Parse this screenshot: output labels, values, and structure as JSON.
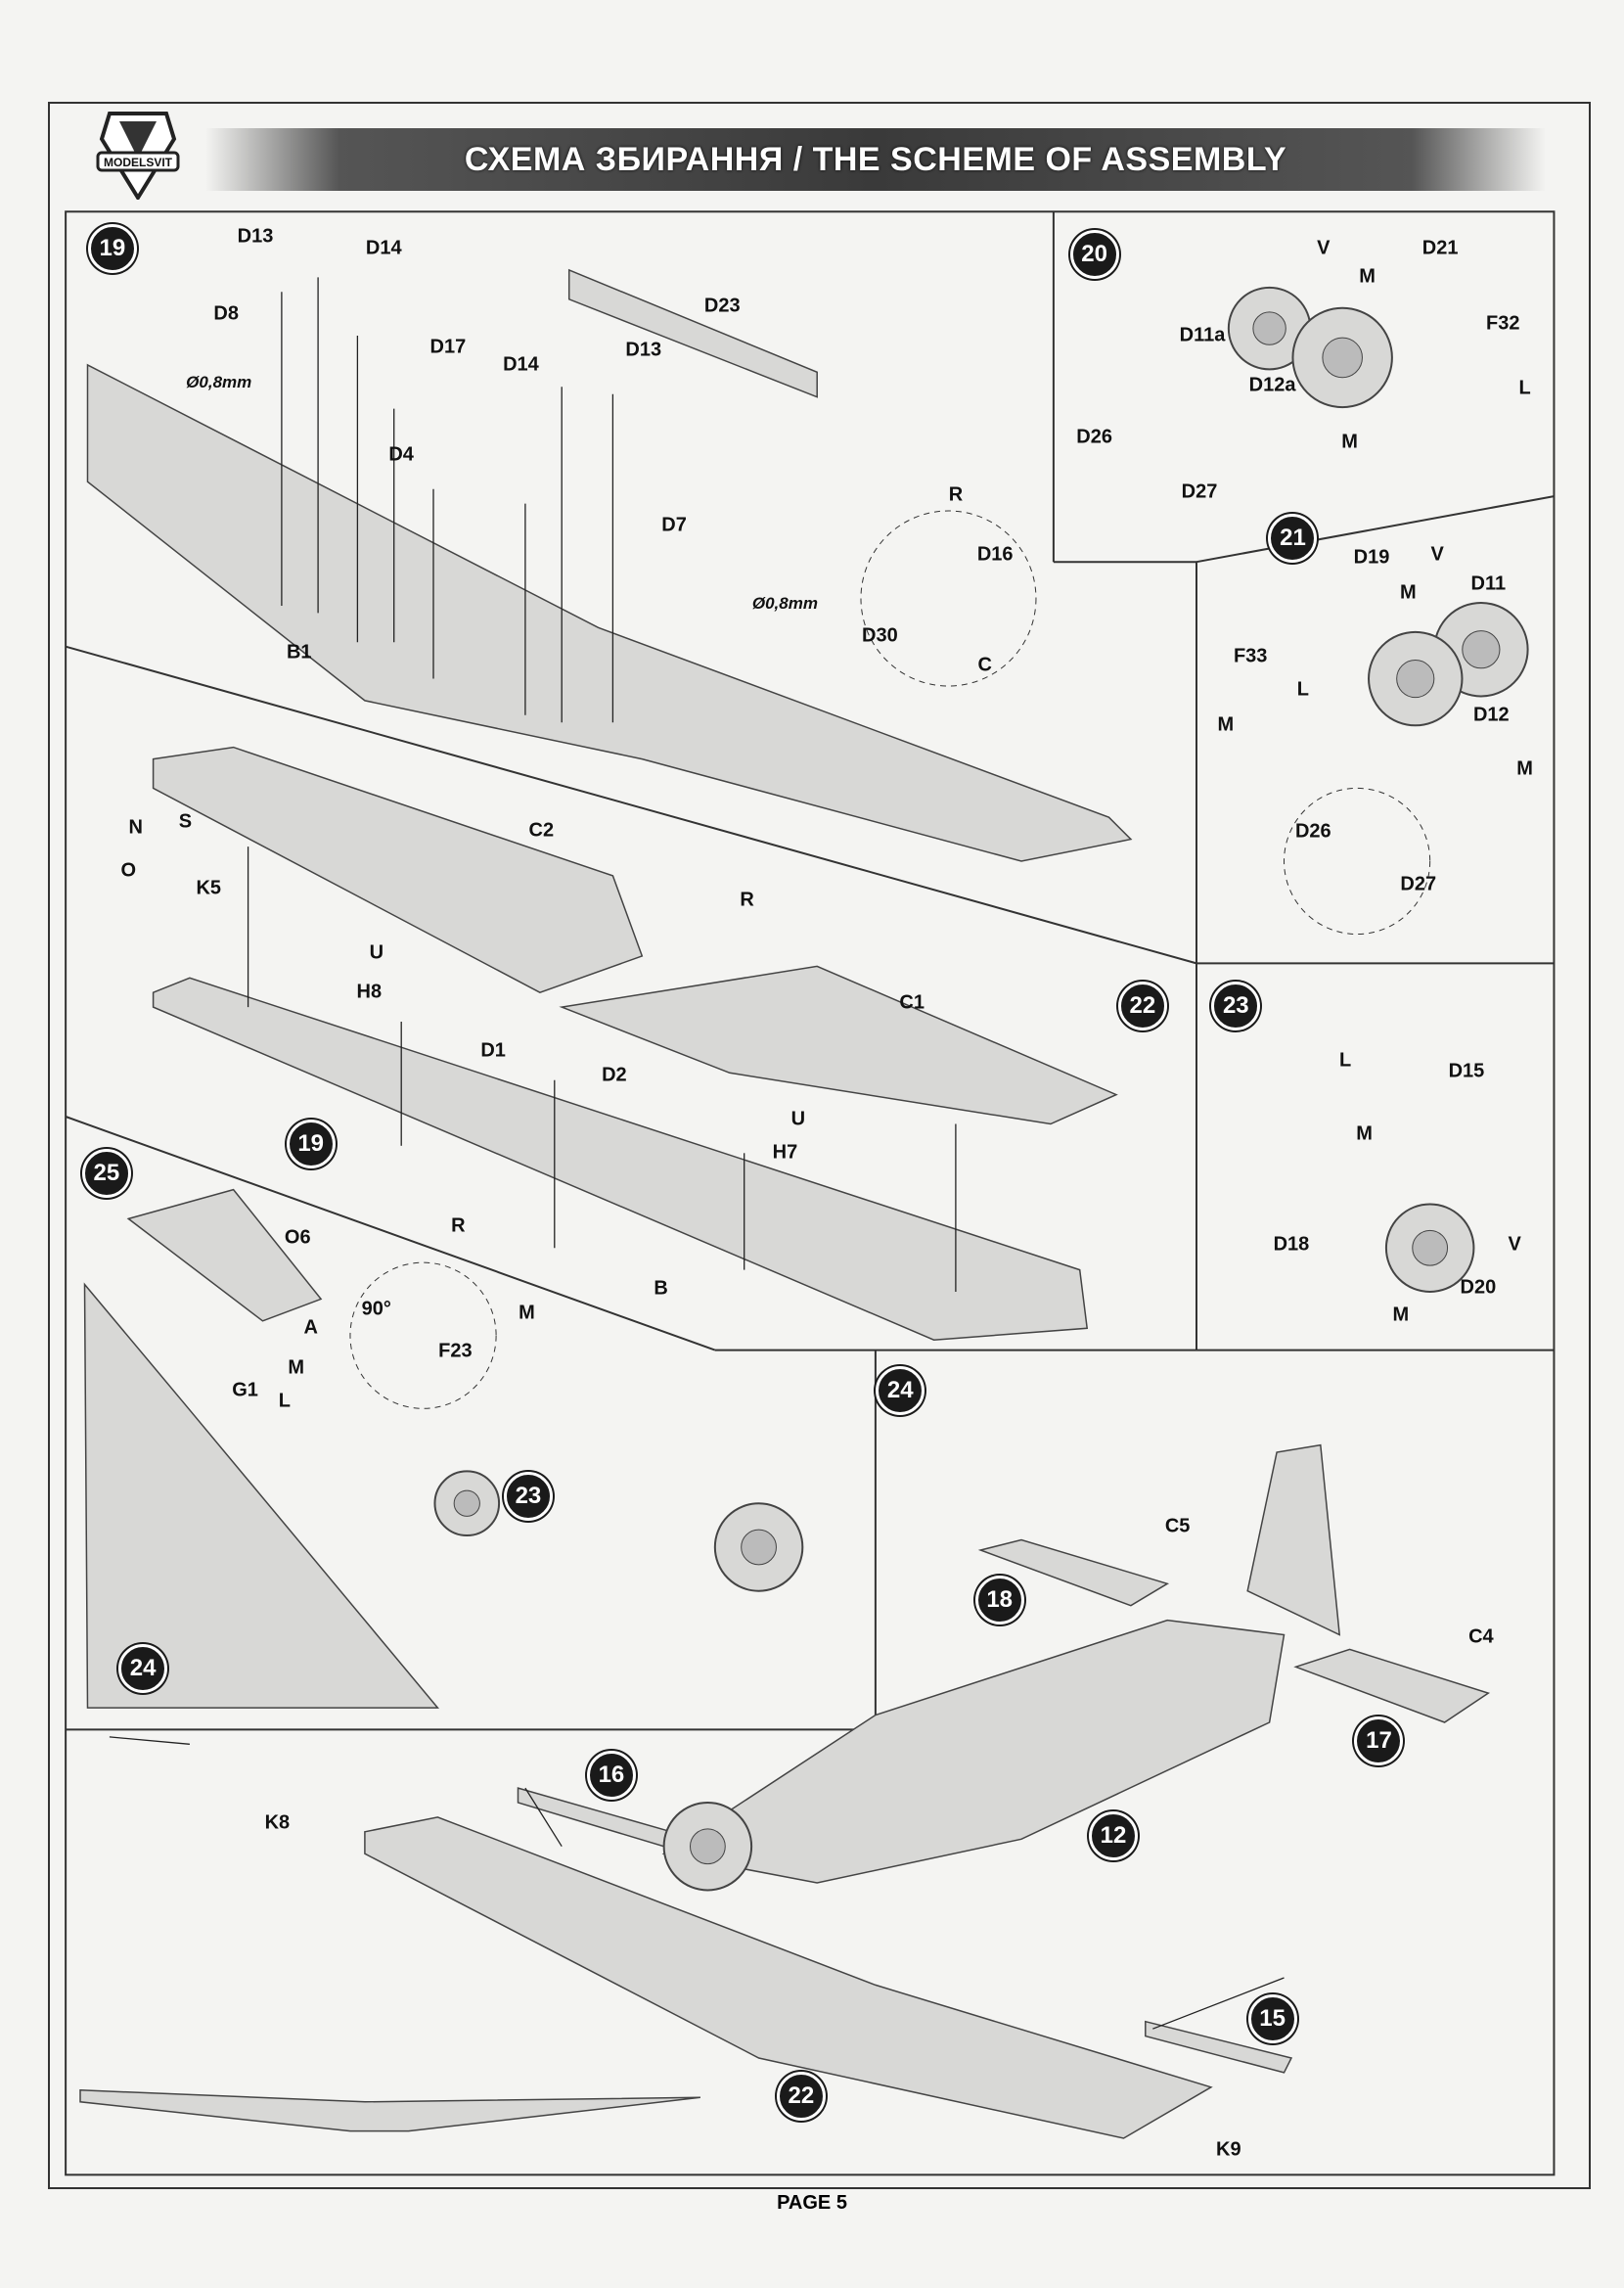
{
  "header": {
    "title": "СХЕМА ЗБИРАННЯ / THE SCHEME OF ASSEMBLY",
    "logo_text": "MODELSVIT"
  },
  "steps": {
    "s19": {
      "badge": "19",
      "labels": [
        "D13",
        "D14",
        "D8",
        "D17",
        "D23",
        "D14",
        "D13",
        "D4",
        "D7",
        "B1",
        "Ø0,8mm",
        "Ø0,8mm",
        "R",
        "D16",
        "D30",
        "C"
      ]
    },
    "s20": {
      "badge": "20",
      "labels": [
        "V",
        "D21",
        "M",
        "F32",
        "D11a",
        "D12a",
        "L",
        "D26",
        "M",
        "D27"
      ]
    },
    "s21": {
      "badge": "21",
      "labels": [
        "D19",
        "V",
        "M",
        "D11",
        "F33",
        "L",
        "D12",
        "M",
        "M",
        "D26",
        "D27"
      ]
    },
    "s22": {
      "badge": "22",
      "ref_badge": "19",
      "labels": [
        "N",
        "S",
        "O",
        "K5",
        "C2",
        "R",
        "U",
        "H8",
        "C1",
        "D1",
        "D2",
        "U",
        "H7",
        "R",
        "B"
      ]
    },
    "s23": {
      "badge": "23",
      "labels": [
        "L",
        "D15",
        "M",
        "D18",
        "V",
        "D20",
        "M"
      ]
    },
    "s25": {
      "badge": "25",
      "ref_badges": [
        "23",
        "24"
      ],
      "labels": [
        "O6",
        "A",
        "M",
        "G1",
        "L",
        "F23",
        "90°",
        "M"
      ]
    },
    "s24": {
      "badge": "24",
      "ref_badges": [
        "18",
        "17",
        "16",
        "12",
        "15",
        "22"
      ],
      "labels": [
        "C5",
        "C4",
        "K8",
        "K9"
      ]
    }
  },
  "footer": {
    "page": "PAGE 5"
  }
}
